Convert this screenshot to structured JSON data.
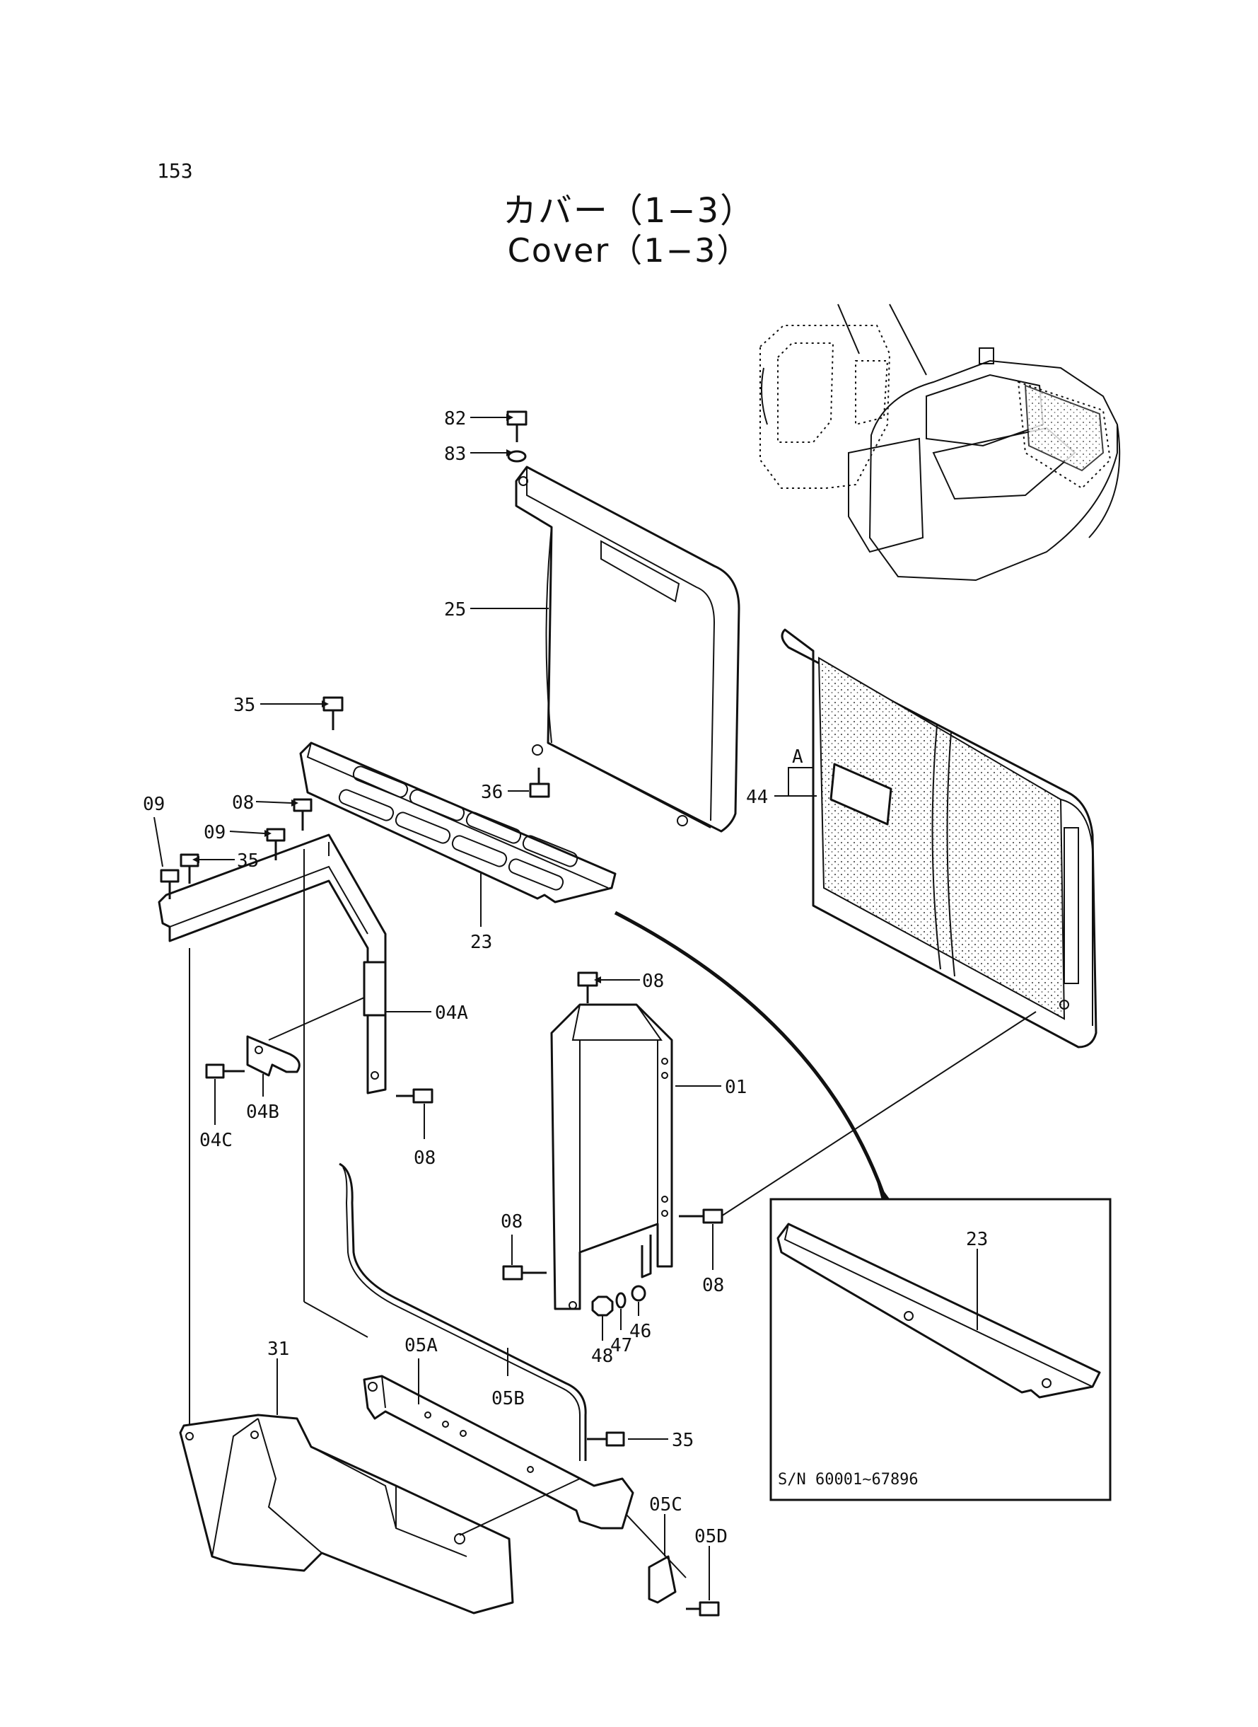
{
  "page": {
    "number": "153"
  },
  "title": {
    "japanese": "カバー（1−3）",
    "english": "Cover（1−3）"
  },
  "callouts": [
    {
      "id": "82",
      "label": "82"
    },
    {
      "id": "83",
      "label": "83"
    },
    {
      "id": "25",
      "label": "25"
    },
    {
      "id": "35a",
      "label": "35"
    },
    {
      "id": "36",
      "label": "36"
    },
    {
      "id": "44",
      "label": "44"
    },
    {
      "id": "A",
      "label": "A"
    },
    {
      "id": "09a",
      "label": "09"
    },
    {
      "id": "08a",
      "label": "08"
    },
    {
      "id": "09b",
      "label": "09"
    },
    {
      "id": "35b",
      "label": "35"
    },
    {
      "id": "23",
      "label": "23"
    },
    {
      "id": "08b",
      "label": "08"
    },
    {
      "id": "04A",
      "label": "04A"
    },
    {
      "id": "01",
      "label": "01"
    },
    {
      "id": "04B",
      "label": "04B"
    },
    {
      "id": "04C",
      "label": "04C"
    },
    {
      "id": "08c",
      "label": "08"
    },
    {
      "id": "08d",
      "label": "08"
    },
    {
      "id": "08e",
      "label": "08"
    },
    {
      "id": "46",
      "label": "46"
    },
    {
      "id": "47",
      "label": "47"
    },
    {
      "id": "48",
      "label": "48"
    },
    {
      "id": "31",
      "label": "31"
    },
    {
      "id": "05A",
      "label": "05A"
    },
    {
      "id": "05B",
      "label": "05B"
    },
    {
      "id": "35c",
      "label": "35"
    },
    {
      "id": "05C",
      "label": "05C"
    },
    {
      "id": "05D",
      "label": "05D"
    }
  ],
  "inset": {
    "callout": "23",
    "serial_range": "S/N 60001∼67896"
  }
}
